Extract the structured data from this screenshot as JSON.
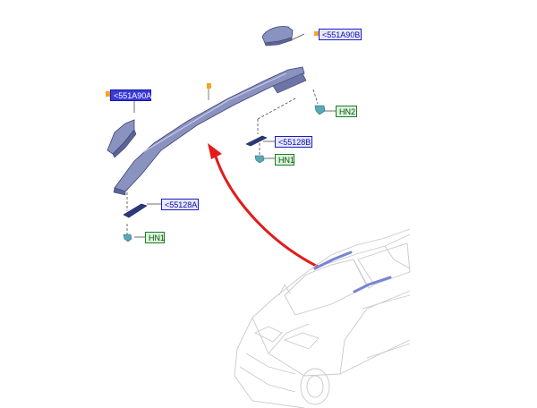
{
  "labels": {
    "part_551A90A": "<551A90A",
    "part_551A90B": "<551A90B",
    "part_55128A": "<55128A",
    "part_55128B": "<55128B",
    "hn1_left": "HN1",
    "hn1_right": "HN1",
    "hn2": "HN2"
  },
  "colors": {
    "part_fill": "#8a92bf",
    "part_stroke": "#3c4476",
    "bracket_fill": "#2a3a7c",
    "clip_fill": "#58a8b8",
    "marker": "#f5a523",
    "arrow": "#e31b1b",
    "vehicle_line": "#c9c9cf",
    "roof_rail_highlight": "#7a84d4"
  },
  "icons": [
    "roof-rail-part",
    "end-cap-part",
    "bracket-part",
    "clip-part",
    "orange-marker",
    "red-arrow",
    "vehicle-illustration"
  ]
}
